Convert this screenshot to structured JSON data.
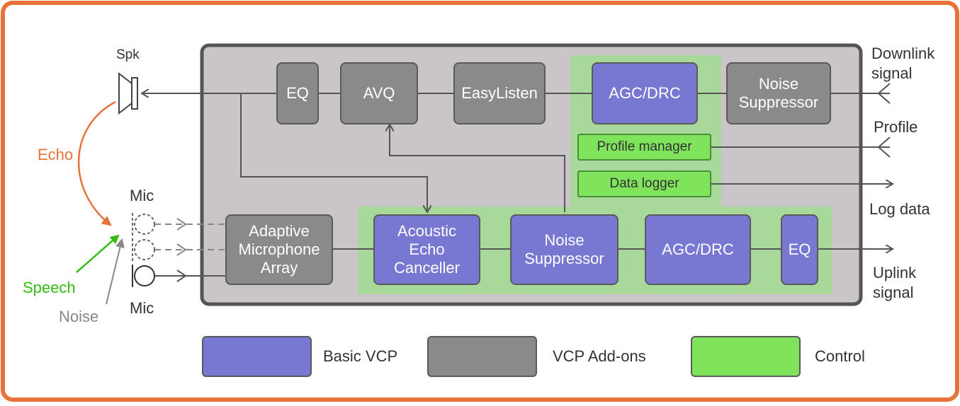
{
  "blocks": {
    "eq_down": "EQ",
    "avq": "AVQ",
    "easylisten": "EasyListen",
    "agc_down": "AGC/DRC",
    "ns_down": "Noise\nSuppressor",
    "ama": "Adaptive\nMicrophone\nArray",
    "aec": "Acoustic\nEcho\nCanceller",
    "ns_up": "Noise\nSuppressor",
    "agc_up": "AGC/DRC",
    "eq_up": "EQ"
  },
  "control": {
    "profile_manager": "Profile manager",
    "data_logger": "Data logger"
  },
  "io": {
    "downlink": "Downlink\nsignal",
    "profile": "Profile",
    "log_data": "Log data",
    "uplink": "Uplink\nsignal"
  },
  "left": {
    "spk": "Spk",
    "echo": "Echo",
    "mic_top": "Mic",
    "mic_bottom": "Mic",
    "speech": "Speech",
    "noise": "Noise"
  },
  "legend": {
    "basic": "Basic VCP",
    "addons": "VCP Add-ons",
    "control": "Control"
  },
  "colors": {
    "basic": "#7878d2",
    "addons": "#8a8a8a",
    "control": "#7fe45c",
    "control_region": "#a8d89a",
    "processor": "#c9c5c8",
    "frame": "#e8733a",
    "echo": "#e8733a",
    "speech": "#33bb11",
    "noise": "#888888"
  }
}
